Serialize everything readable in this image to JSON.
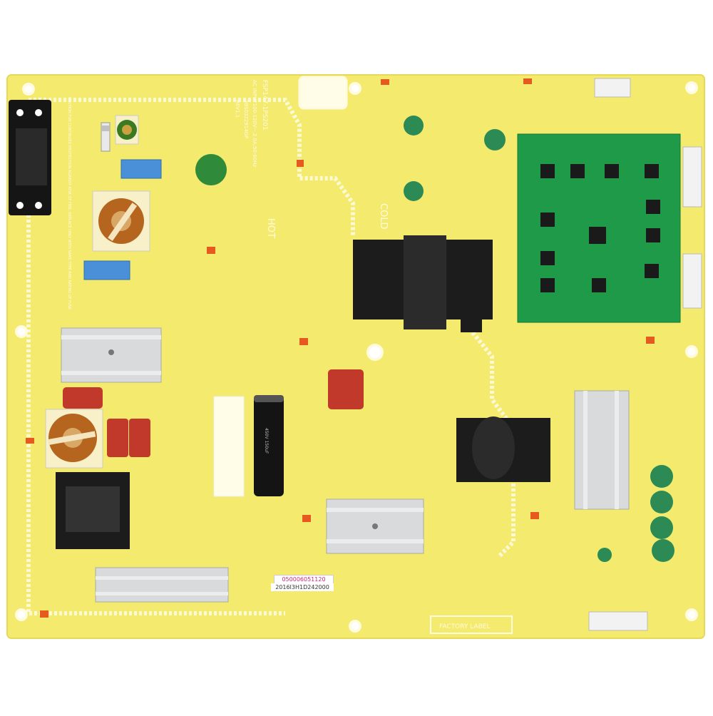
{
  "board": {
    "model_text": "FSP147-1PS201",
    "input_rating": "AC INPUT100-120V~,2.0A,50-60Hz",
    "part_number": "3BS0322914GP",
    "revision": "REV1.1",
    "hot_label": "HOT",
    "cold_label": "COLD",
    "factory_label": "FACTORY LABEL",
    "warning_text": "CAUTION FOR CONTINUED PROTECTION AGAINST RISK OF FIRE, REPLACE ONLY WITH SAME TYPE AND RATING OF FUSE",
    "sticker_top": "050006051120",
    "sticker_bottom": "2016I3H1D242000",
    "capacitor_text": "450V 150uF"
  },
  "colors": {
    "board_yellow": "#f4ea6e",
    "silkscreen": "#fffbe0",
    "daughterboard_green": "#1e9a48",
    "heatsink": "#d9dadb",
    "transformer_black": "#1c1c1c"
  }
}
